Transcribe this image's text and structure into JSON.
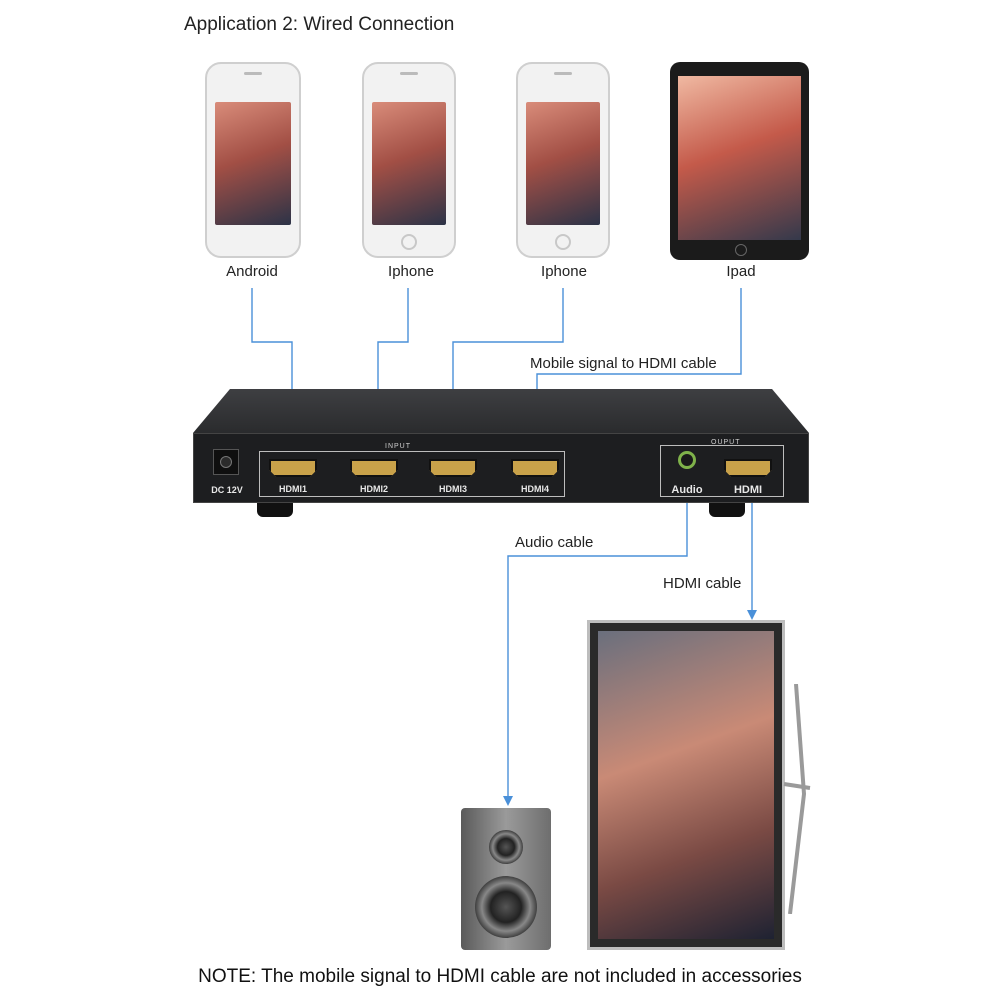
{
  "title": "Application 2: Wired Connection",
  "devices": [
    {
      "label": "Android"
    },
    {
      "label": "Iphone"
    },
    {
      "label": "Iphone"
    },
    {
      "label": "Ipad"
    }
  ],
  "cables": {
    "mobile_signal": "Mobile signal to HDMI cable",
    "audio": "Audio cable",
    "hdmi": "HDMI cable"
  },
  "switch_box": {
    "input_group_label": "INPUT",
    "output_group_label": "OUPUT",
    "power_label": "DC 12V",
    "inputs": [
      "HDMI1",
      "HDMI2",
      "HDMI3",
      "HDMI4"
    ],
    "audio_label": "Audio",
    "hdmi_out_label": "HDMI"
  },
  "note": "NOTE: The mobile signal to HDMI cable are not included in accessories",
  "colors": {
    "connector_line": "#4a90d9",
    "port_gold": "#c9a24a",
    "audio_jack_ring": "#7fb24a"
  }
}
